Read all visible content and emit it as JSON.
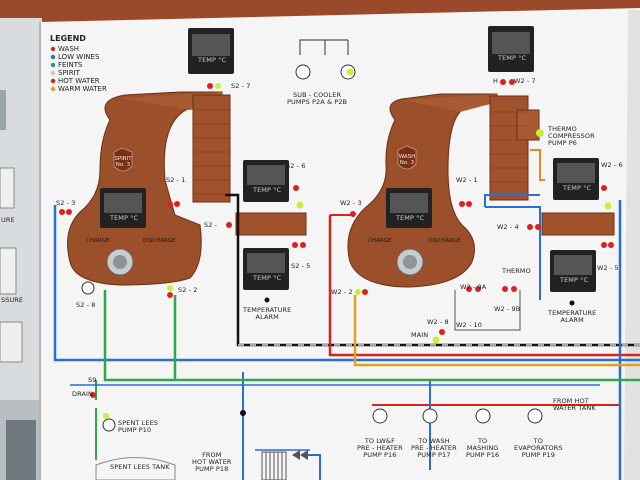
{
  "legend": {
    "title": "LEGEND",
    "items": [
      {
        "label": "WASH",
        "color": "#d9241e"
      },
      {
        "label": "LOW WINES",
        "color": "#2a6fd6"
      },
      {
        "label": "FEINTS",
        "color": "#1e90a0"
      },
      {
        "label": "SPIRIT",
        "color": "#e8e8e8"
      },
      {
        "label": "HOT WATER",
        "color": "#d9241e"
      },
      {
        "label": "WARM WATER",
        "color": "#e0a020"
      }
    ]
  },
  "stills": {
    "spirit": {
      "shield": "SPIRIT No. 3"
    },
    "wash": {
      "shield": "WASH No. 3"
    }
  },
  "display_labels": {
    "temp_c": "TEMP °C"
  },
  "switches": {
    "s2_7": "S2 - 7",
    "s2_6": "S2 - 6",
    "s2_1": "S2 - 1",
    "s2_3": "S2 - 3",
    "s2_left": "S2 -",
    "s2_5": "S2 - 5",
    "s2_8": "S2 - 8",
    "s2_2": "S2 - 2",
    "w2_7": "W2 - 7",
    "w2_6": "W2 - 6",
    "w2_1": "W2 - 1",
    "w2_3": "W2 - 3",
    "w2_4": "W2 - 4",
    "w2_5": "W2 - 5",
    "w2_2": "W2 - 2",
    "w2_9a": "W2 - 9A",
    "w2_9b": "W2 - 9B",
    "w2_8": "W2 - 8",
    "w2_10": "W2 - 10",
    "s9": "S9"
  },
  "labels": {
    "subcooler": "SUB - COOLER\nPUMPS P2A & P2B",
    "thermo_compressor": "THERMO\nCOMPRESSOR\nPUMP P6",
    "temp_alarm_1": "TEMPERATURE\nALARM",
    "temp_alarm_2": "TEMPERATURE\nALARM",
    "thermo": "THERMO",
    "main": "MAIN",
    "drain": "DRAIN",
    "hi": "H",
    "spent_lees_pump": "SPENT LEES\nPUMP P10",
    "spent_lees_tank": "SPENT LEES TANK",
    "from_hot_water_pump": "FROM\nHOT WATER\nPUMP P18",
    "from_hot_water_tank": "FROM HOT\nWATER TANK",
    "pump_lwf": "TO LW&F\nPRE - HEATER\nPUMP P16",
    "pump_wash": "TO WASH\nPRE - HEATER\nPUMP P17",
    "pump_mashing": "TO\nMASHING\nPUMP P16",
    "pump_evap": "TO\nEVAPORATORS\nPUMP P19",
    "charge": "CHARGE",
    "discharge": "DISCHARGE",
    "side_ure": "URE",
    "side_ssure": "SSURE"
  }
}
